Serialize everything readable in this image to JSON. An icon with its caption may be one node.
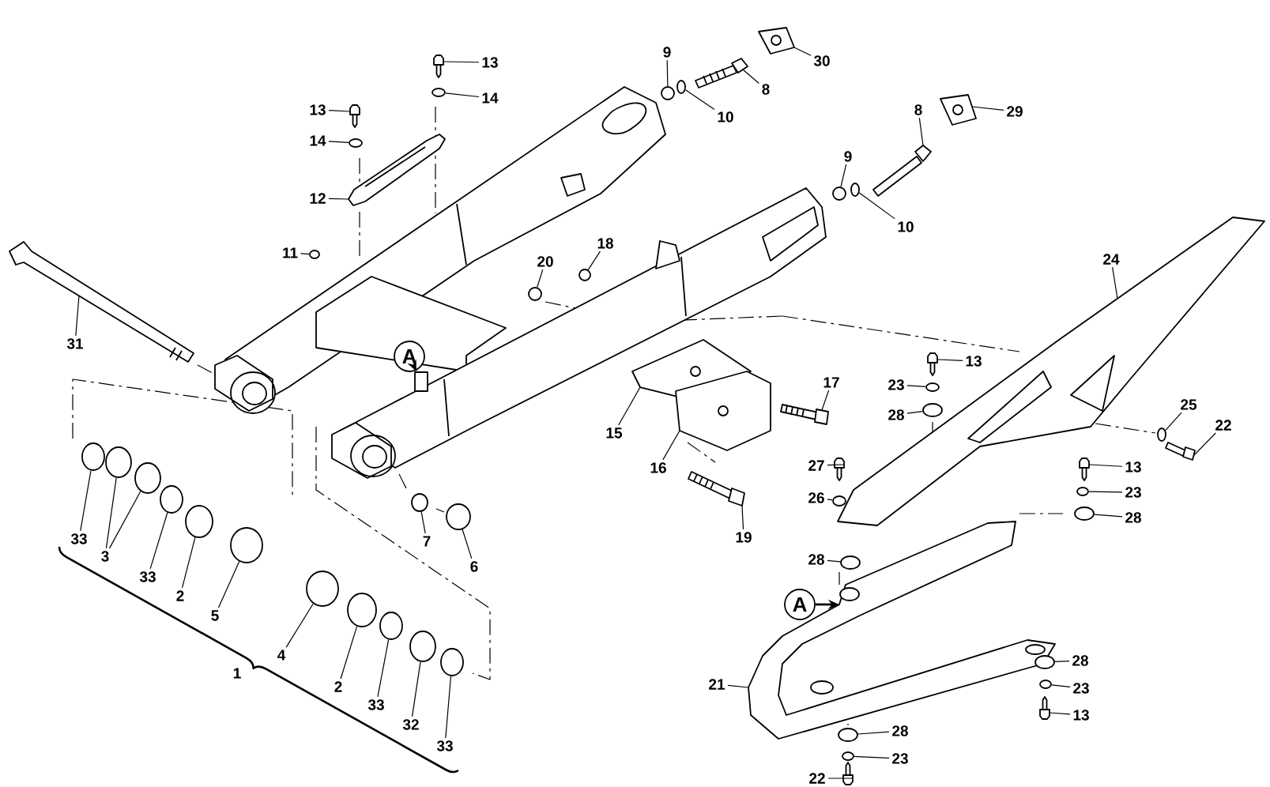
{
  "diagram": {
    "nodes": [
      {
        "text": [
          "13"
        ]
      },
      {
        "text": [
          "14"
        ]
      },
      {
        "text": [
          "13"
        ]
      },
      {
        "text": [
          "14"
        ]
      },
      {
        "text": [
          "12"
        ]
      },
      {
        "text": [
          "11"
        ]
      },
      {
        "text": [
          "31"
        ]
      },
      {
        "text": [
          "9"
        ]
      },
      {
        "text": [
          "10"
        ]
      },
      {
        "text": [
          "8"
        ]
      },
      {
        "text": [
          "30"
        ]
      },
      {
        "text": [
          "8"
        ]
      },
      {
        "text": [
          "29"
        ]
      },
      {
        "text": [
          "9"
        ]
      },
      {
        "text": [
          "10"
        ]
      },
      {
        "text": [
          "24"
        ]
      },
      {
        "text": [
          "20"
        ]
      },
      {
        "text": [
          "18"
        ]
      },
      {
        "text": [
          "A"
        ]
      },
      {
        "text": [
          "17"
        ]
      },
      {
        "text": [
          "13"
        ]
      },
      {
        "text": [
          "23"
        ]
      },
      {
        "text": [
          "28"
        ]
      },
      {
        "text": [
          "25"
        ]
      },
      {
        "text": [
          "22"
        ]
      },
      {
        "text": [
          "15"
        ]
      },
      {
        "text": [
          "16"
        ]
      },
      {
        "text": [
          "33"
        ]
      },
      {
        "text": [
          "3"
        ]
      },
      {
        "text": [
          "33"
        ]
      },
      {
        "text": [
          "2"
        ]
      },
      {
        "text": [
          "5"
        ]
      },
      {
        "text": [
          "7"
        ]
      },
      {
        "text": [
          "6"
        ]
      },
      {
        "text": [
          "27"
        ]
      },
      {
        "text": [
          "26"
        ]
      },
      {
        "text": [
          "19"
        ]
      },
      {
        "text": [
          "13"
        ]
      },
      {
        "text": [
          "23"
        ]
      },
      {
        "text": [
          "28"
        ]
      },
      {
        "text": [
          "28"
        ]
      },
      {
        "text": [
          "A"
        ]
      },
      {
        "text": [
          "4"
        ]
      },
      {
        "text": [
          "2"
        ]
      },
      {
        "text": [
          "33"
        ]
      },
      {
        "text": [
          "32"
        ]
      },
      {
        "text": [
          "33"
        ]
      },
      {
        "text": [
          "21"
        ]
      },
      {
        "text": [
          "28"
        ]
      },
      {
        "text": [
          "23"
        ]
      },
      {
        "text": [
          "13"
        ]
      },
      {
        "text": [
          "28"
        ]
      },
      {
        "text": [
          "23"
        ]
      },
      {
        "text": [
          "22"
        ]
      },
      {
        "text": [],
        "shape": "picture"
      },
      {
        "text": [],
        "shape": "circle"
      },
      {
        "text": [],
        "shape": "picture"
      },
      {
        "text": [],
        "shape": "circle"
      },
      {
        "text": [],
        "shape": "picture"
      },
      {
        "text": [],
        "shape": "circle"
      },
      {
        "text": [],
        "shape": "picture"
      },
      {
        "text": [],
        "shape": "circle"
      },
      {
        "text": [],
        "shape": "circle"
      },
      {
        "text": [],
        "shape": "picture"
      },
      {
        "text": [],
        "shape": "picture"
      },
      {
        "text": [],
        "shape": "picture"
      },
      {
        "text": [],
        "shape": "picture"
      },
      {
        "text": [],
        "shape": "circle"
      },
      {
        "text": [],
        "shape": "circle"
      },
      {
        "text": [],
        "shape": "picture"
      },
      {
        "text": [],
        "shape": "circle"
      },
      {
        "text": [],
        "shape": "circle"
      },
      {
        "text": [],
        "shape": "box"
      },
      {
        "text": [],
        "shape": "picture"
      },
      {
        "text": [],
        "shape": "picture"
      },
      {
        "text": [],
        "shape": "circle"
      },
      {
        "text": [],
        "shape": "circle"
      },
      {
        "text": [],
        "shape": "circle"
      },
      {
        "text": [],
        "shape": "picture"
      },
      {
        "text": [],
        "shape": "picture"
      },
      {
        "text": [],
        "shape": "picture"
      },
      {
        "text": [],
        "shape": "circle"
      },
      {
        "text": [],
        "shape": "circle"
      },
      {
        "text": [],
        "shape": "circle"
      },
      {
        "text": [],
        "shape": "circle"
      },
      {
        "text": [],
        "shape": "circle"
      },
      {
        "text": [],
        "shape": "circle"
      },
      {
        "text": [],
        "shape": "circle"
      },
      {
        "text": [],
        "shape": "circle"
      },
      {
        "text": [],
        "shape": "picture"
      },
      {
        "text": [],
        "shape": "circle"
      },
      {
        "text": [],
        "shape": "picture"
      },
      {
        "text": [],
        "shape": "picture"
      },
      {
        "text": [],
        "shape": "circle"
      },
      {
        "text": [],
        "shape": "circle"
      },
      {
        "text": [],
        "shape": "circle"
      },
      {
        "text": [],
        "shape": "picture"
      },
      {
        "text": [],
        "shape": "circle"
      },
      {
        "text": [],
        "shape": "circle"
      },
      {
        "text": [],
        "shape": "circle"
      },
      {
        "text": [],
        "shape": "circle"
      },
      {
        "text": [],
        "shape": "circle"
      },
      {
        "text": [],
        "shape": "circle"
      },
      {
        "text": [],
        "shape": "circle"
      },
      {
        "text": [],
        "shape": "picture"
      },
      {
        "text": [],
        "shape": "circle"
      },
      {
        "text": [],
        "shape": "circle"
      },
      {
        "text": [],
        "shape": "picture"
      }
    ],
    "edges": [
      {
        "from": 0,
        "to": 54,
        "arrow": "none"
      },
      {
        "from": 1,
        "to": 55,
        "arrow": "none"
      },
      {
        "from": 2,
        "to": 56,
        "arrow": "none"
      },
      {
        "from": 3,
        "to": 57,
        "arrow": "none"
      },
      {
        "from": 4,
        "to": 58,
        "arrow": "none"
      },
      {
        "from": 5,
        "to": 59,
        "arrow": "none"
      },
      {
        "from": 6,
        "to": 60,
        "arrow": "none"
      },
      {
        "from": 7,
        "to": 61,
        "arrow": "none"
      },
      {
        "from": 8,
        "to": 62,
        "arrow": "none"
      },
      {
        "from": 9,
        "to": 63,
        "arrow": "none"
      },
      {
        "from": 10,
        "to": 64,
        "arrow": "none"
      },
      {
        "from": 11,
        "to": 65,
        "arrow": "none"
      },
      {
        "from": 12,
        "to": 66,
        "arrow": "none"
      },
      {
        "from": 13,
        "to": 67,
        "arrow": "none"
      },
      {
        "from": 14,
        "to": 68,
        "arrow": "none"
      },
      {
        "from": 15,
        "to": 69,
        "arrow": "none"
      },
      {
        "from": 16,
        "to": 70,
        "arrow": "none"
      },
      {
        "from": 17,
        "to": 71,
        "arrow": "none"
      },
      {
        "from": 18,
        "to": 72,
        "arrow": "to"
      },
      {
        "from": 19,
        "to": 73,
        "arrow": "none"
      },
      {
        "from": 20,
        "to": 74,
        "arrow": "none"
      },
      {
        "from": 21,
        "to": 75,
        "arrow": "none"
      },
      {
        "from": 22,
        "to": 76,
        "arrow": "none"
      },
      {
        "from": 23,
        "to": 77,
        "arrow": "none"
      },
      {
        "from": 24,
        "to": 78,
        "arrow": "none"
      },
      {
        "from": 25,
        "to": 79,
        "arrow": "none"
      },
      {
        "from": 26,
        "to": 80,
        "arrow": "none"
      },
      {
        "from": 27,
        "to": 81,
        "arrow": "none"
      },
      {
        "from": 28,
        "to": 82,
        "arrow": "none"
      },
      {
        "from": 28,
        "to": 83,
        "arrow": "none"
      },
      {
        "from": 29,
        "to": 84,
        "arrow": "none"
      },
      {
        "from": 30,
        "to": 85,
        "arrow": "none"
      },
      {
        "from": 31,
        "to": 86,
        "arrow": "none"
      },
      {
        "from": 32,
        "to": 87,
        "arrow": "none"
      },
      {
        "from": 33,
        "to": 88,
        "arrow": "none"
      },
      {
        "from": 34,
        "to": 89,
        "arrow": "none"
      },
      {
        "from": 35,
        "to": 90,
        "arrow": "none"
      },
      {
        "from": 36,
        "to": 91,
        "arrow": "none"
      },
      {
        "from": 37,
        "to": 92,
        "arrow": "none"
      },
      {
        "from": 38,
        "to": 93,
        "arrow": "none"
      },
      {
        "from": 39,
        "to": 94,
        "arrow": "none"
      },
      {
        "from": 40,
        "to": 95,
        "arrow": "none"
      },
      {
        "from": 41,
        "to": 96,
        "arrow": "to"
      },
      {
        "from": 42,
        "to": 97,
        "arrow": "none"
      },
      {
        "from": 43,
        "to": 98,
        "arrow": "none"
      },
      {
        "from": 44,
        "to": 99,
        "arrow": "none"
      },
      {
        "from": 45,
        "to": 100,
        "arrow": "none"
      },
      {
        "from": 46,
        "to": 101,
        "arrow": "none"
      },
      {
        "from": 47,
        "to": 96,
        "arrow": "none"
      },
      {
        "from": 48,
        "to": 102,
        "arrow": "none"
      },
      {
        "from": 49,
        "to": 103,
        "arrow": "none"
      },
      {
        "from": 50,
        "to": 104,
        "arrow": "none"
      },
      {
        "from": 51,
        "to": 105,
        "arrow": "none"
      },
      {
        "from": 52,
        "to": 106,
        "arrow": "none"
      },
      {
        "from": 53,
        "to": 107,
        "arrow": "none"
      }
    ],
    "labels": [
      "1"
    ]
  }
}
